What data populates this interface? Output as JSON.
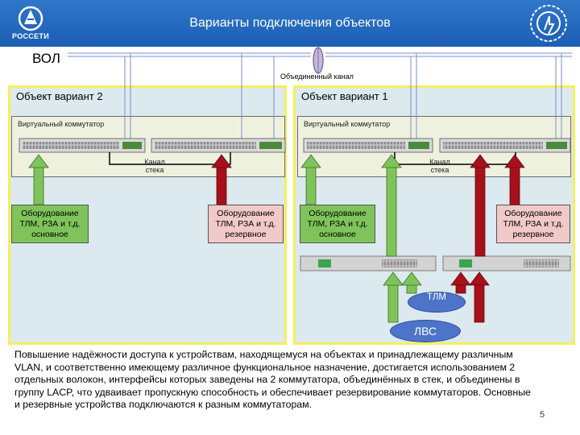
{
  "header": {
    "title": "Варианты подключения объектов",
    "logo_text": "РОССЕТИ"
  },
  "top": {
    "vol_label": "ВОЛ",
    "combined_channel_label": "Объединенный канал"
  },
  "panel_v2": {
    "title": "Объект вариант 2",
    "vswitch_label": "Виртуальный коммутатор",
    "stack_label": "Канал стека",
    "device_main": "Оборудование ТЛМ, РЗА и т.д. основное",
    "device_reserve": "Оборудование ТЛМ, РЗА и т.д. резервное"
  },
  "panel_v1": {
    "title": "Объект вариант 1",
    "vswitch_label": "Виртуальный коммутатор",
    "stack_label": "Канал стека",
    "device_main": "Оборудование ТЛМ, РЗА и т.д. основное",
    "device_reserve": "Оборудование ТЛМ, РЗА и т.д. резервное",
    "bubble_tlm": "ТЛМ",
    "bubble_lvs": "ЛВС"
  },
  "description": "Повышение надёжности доступа к устройствам, находящемуся на объектах и принадлежащему различным VLAN, и соответственно имеющему различное функциональное назначение, достигается использованием 2 отдельных волокон, интерфейсы которых заведены на 2 коммутатора, объединённых в стек, и объединены в группу LACP, что удваивает пропускную способность и обеспечивает резервирование коммутаторов. Основные и резервные устройства подключаются к разным коммутаторам.",
  "page_number": "5",
  "colors": {
    "header_blue": "#1c5eb4",
    "panel_bg": "#dce9ee",
    "panel_border": "#f4f05a",
    "arrow_green": "#7fc45a",
    "arrow_red": "#a8101a",
    "fiber_blue": "#7a8fc8"
  }
}
